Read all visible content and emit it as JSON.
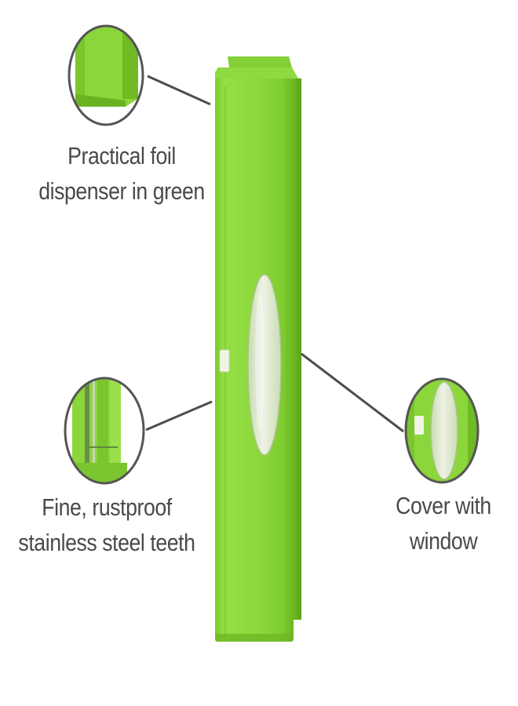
{
  "product": {
    "name": "green foil dispenser with window",
    "body_color": "#8bd63a",
    "body_shade_color": "#6fbf22",
    "window_color": "#dfe8cf",
    "callout_border_color": "#555555"
  },
  "callouts": [
    {
      "id": "foil",
      "lines": [
        "Practical foil",
        "dispenser in green"
      ],
      "icon": "dispenser-top-corner-closeup"
    },
    {
      "id": "teeth",
      "lines": [
        "Fine, rustproof",
        "stainless steel teeth"
      ],
      "icon": "steel-teeth-closeup"
    },
    {
      "id": "cover",
      "lines": [
        "Cover with",
        "window"
      ],
      "icon": "window-cover-closeup"
    }
  ],
  "text_color": "#4a4a4a"
}
